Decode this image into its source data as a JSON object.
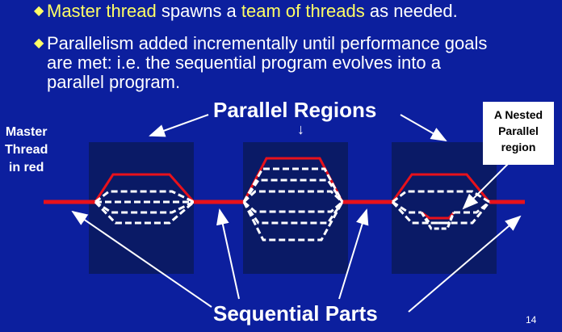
{
  "bullets": [
    {
      "parts": [
        "Master thread",
        " spawns a ",
        "team of threads",
        " as needed."
      ]
    },
    {
      "lines": [
        "Parallelism added incrementally until performance goals",
        "are met: i.e. the sequential program evolves into a",
        "parallel program."
      ]
    }
  ],
  "labels": {
    "parallel_regions": "Parallel Regions",
    "sequential_parts": "Sequential Parts",
    "master_thread": [
      "Master",
      "Thread",
      "in red"
    ],
    "nested_region": [
      "A Nested",
      "Parallel",
      "region"
    ],
    "down_arrow": "↓"
  },
  "page_number": "14",
  "bullet_glyph": "◆",
  "colors": {
    "background": "#0c1f9e",
    "highlight": "#ffff66",
    "master_thread": "#e8111b",
    "region_box": "#0a1a66",
    "team_thread": "#ffffff"
  }
}
